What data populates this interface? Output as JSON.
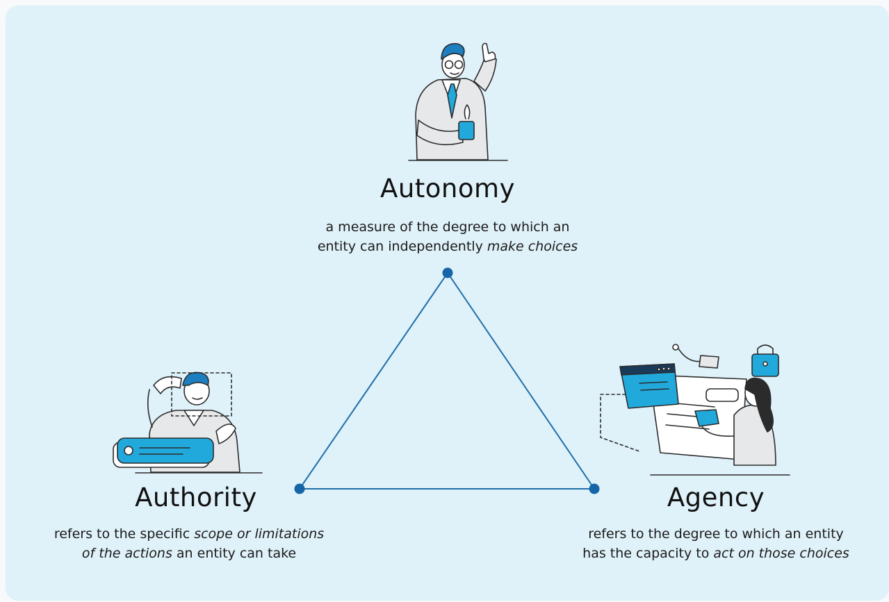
{
  "colors": {
    "background": "#dff1f9",
    "line": "#1f6fa8",
    "node": "#1565a8",
    "accent": "#22a9dc",
    "figure_fill": "#e6e8ea",
    "figure_stroke": "#2b2b2b"
  },
  "nodes": {
    "autonomy": {
      "title": "Autonomy",
      "line1": "a measure of the degree to which an",
      "line2_plain": "entity can independently ",
      "line2_italic": "make choices",
      "illustration_icon": "person-with-mug-pointing-up-icon"
    },
    "authority": {
      "title": "Authority",
      "line1_plain": "refers to the specific ",
      "line1_italic": "scope or limitations",
      "line2_italic": "of the actions",
      "line2_plain": " an entity can take",
      "illustration_icon": "person-framing-with-hands-icon"
    },
    "agency": {
      "title": "Agency",
      "line1": "refers to the degree to which an entity",
      "line2_plain": "has the capacity to ",
      "line2_italic": "act on those choices",
      "illustration_icon": "person-operating-interface-icon"
    }
  }
}
